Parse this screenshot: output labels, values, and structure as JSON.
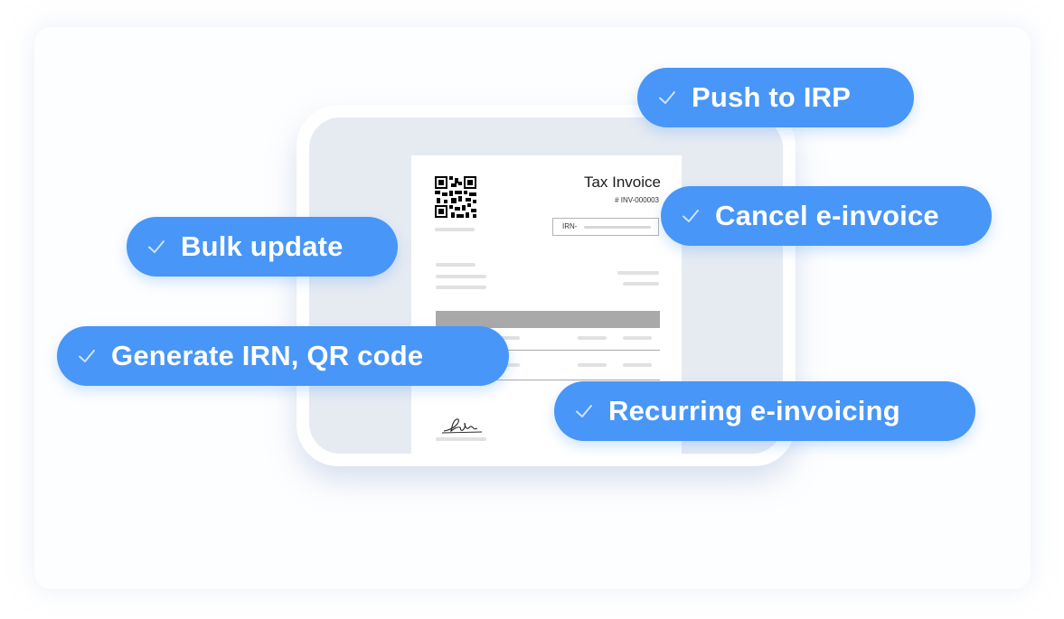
{
  "invoice": {
    "title": "Tax Invoice",
    "number": "# INV-000003",
    "irn_label": "IRN-"
  },
  "features": [
    {
      "label": "Push to IRP",
      "icon": "check-icon"
    },
    {
      "label": "Cancel e-invoice",
      "icon": "check-icon"
    },
    {
      "label": "Bulk update",
      "icon": "check-icon"
    },
    {
      "label": "Generate IRN, QR code",
      "icon": "check-icon"
    },
    {
      "label": "Recurring e-invoicing",
      "icon": "check-icon"
    }
  ],
  "colors": {
    "accent": "#4896f8",
    "screen": "#e6ebf2",
    "placeholder": "#e1e1e1",
    "table_header": "#a9a9a9"
  }
}
